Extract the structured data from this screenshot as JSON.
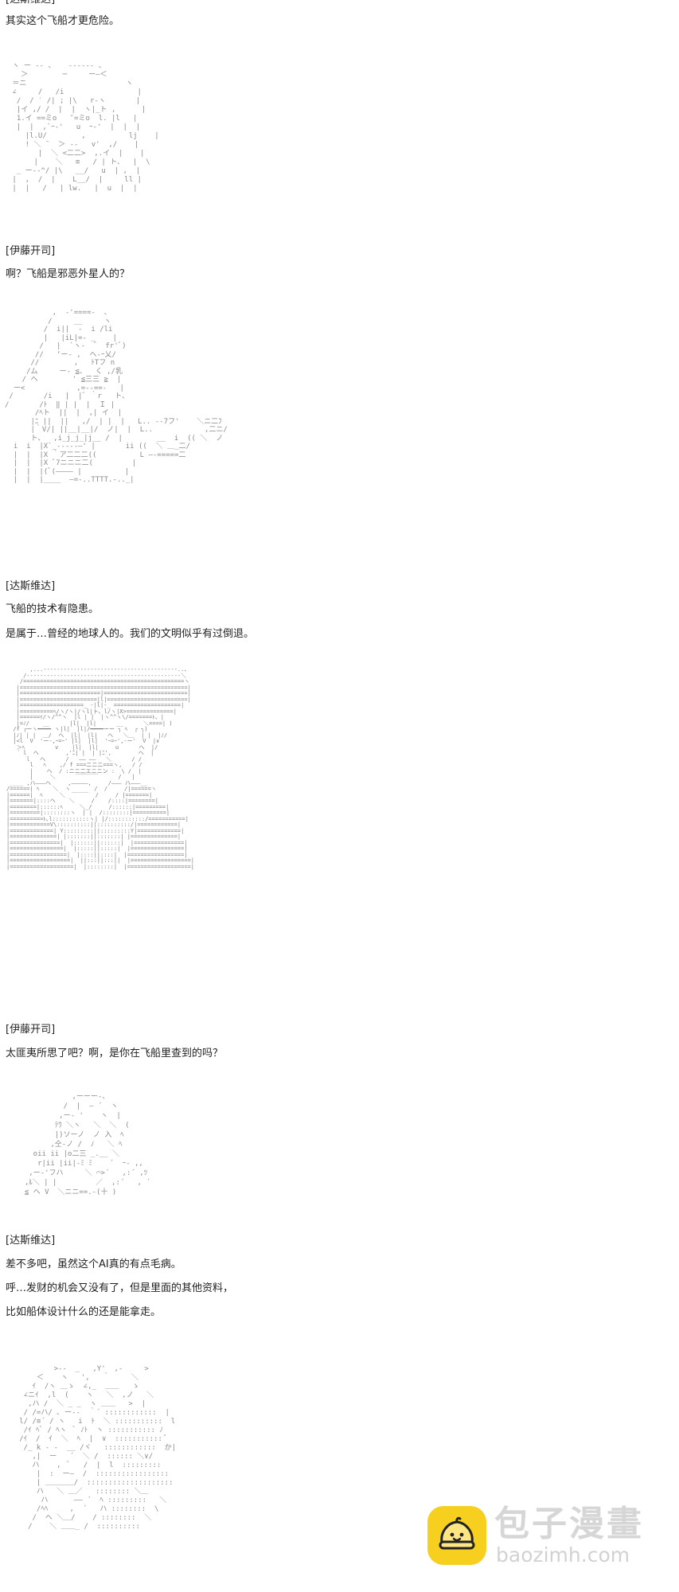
{
  "dialogue": {
    "l01": "[达斯维达]",
    "l02": "其实这个飞船才更危险。",
    "l03": "[伊藤开司]",
    "l04": "啊？飞船是邪恶外星人的？",
    "l05": "[达斯维达]",
    "l06": "飞船的技术有隐患。",
    "l07": "是属于…曾经的地球人的。我们的文明似乎有过倒退。",
    "l08": "[伊藤开司]",
    "l09": "太匪夷所思了吧？啊，是你在飞船里查到的吗？",
    "l10": "[达斯维达]",
    "l11": "差不多吧，虽然这个AI真的有点毛病。",
    "l12": "呼…发财的机会又没有了，但是里面的其他资料，",
    "l13": "比如船体设计什么的还是能拿走。"
  },
  "ascii_art": {
    "art1": " ヽ ー ‐- 、   ‐-‐‐‐‐ 、\n   ＞        ─     ー―＜\n ＝ニ                       ヽ\n ∠     /   /i                 |\n  /  / ′ /| ; |\\   r‐ヽ       |\n  |イ ,/ /  |  |  ヽ|_ト ,      |\n  1.イ ==ミo   ″=ミo  l. |l   |\n  |  |  ,`ｰ-'   u  ｰ-'  |  |  |\n    |l.U/        ,          lj    |\n    ! ＼ ̄   ＞ --   v'  ,/    |\n       |  ＼ <二二>  ,.イ  |    |\n      |    ＼   ≡   / | ト、  |  \\\n  _ ー‐‐^/ |\\   __/   u  | ,  |\n |  ,  /  |    L__/  |     ll |\n |  |   /   | lw.   |  u  |  |",
    "art2": "           ,  -'====-  、\n          /     __     ヽ\n         /  i||  -  i /li\n         |   |iL|=- _    |\n        /   |  `ヽ-  ゛ fr'ﾞ)\n       //   ‘ー- ,  ヘ-ｰ乂/\n      //        ,   ﾄTフ n\n     /ム     ー- ≦、  く ,/乳\n    / ヘ        ' ≦三三 ≧  |\n  ー<            ,=--==-   |\n /       /i   |  |ﾞ ｀r   ト、\n/       /ﾄ  ‖ | |  |  Ｉ |\n       /ﾍト  ||  |  ,| イ  |\n      |ﾆ ||  ||   ,/  | |  |   L.. -‐7フ'    ＼ニ二ﾌ\n      |｀V/| ||__|__|/  ノ|  |  L..            ,二ニ/\n      ト、  ,i_j_j_|j__ /  |        __  i  (( ＼  ノ\n  i  i  |X`_-----―' |       ii ((  ＼ ＿_二/\n  |  |  |X ｀ア二二二((          L ―-=====二\n  |  |  |X ﾞ7ニニニ二(         |\n  |  |  |(ﾞ(―――― |          |\n  |  |  |____  ―=-..TTTT.-.._|",
    "art3": "       ,...-‐‐‐‐‐‐‐‐‐‐‐‐‐‐‐‐‐‐‐‐‐‐‐‐‐‐‐‐‐‐‐‐‐‐‐‐‐‐-..、\n     /‐‐‐‐‐‐‐‐‐‐‐‐‐‐‐‐‐‐‐‐‐‐‐‐‐‐‐‐‐‐‐‐‐‐‐‐‐‐‐‐‐‐‐‐‐‐＼\n    /================================================ヽ\n   |==================================================|\n   |========================|=========================|\n   |=======================|l|========================|\n   |===================_ -|l|-_ ====================|\n   |==========ﾍ/ヽ/ヽ|/ヽl|ト、l/ヽ|X>==============|\n   |======ｲ/ヽ/^^ヽ  |l | |  |ヽ^^ヽ\\/=======ﾄ、|\n   |=ﾉ/    __      |l|  |l|      __      ＼====| )\n  /f ┌ーヽ━━━━ ヽ|l|  |l|/━━━━ーー ┐ ﾍ  ┌ ┐)\n  |ﾉ| | |  ＿/  ヘ  |l|  |l|   ヘ   ＼＿  | |  |ﾉ/\n  |<l  V  'ー-,ｰ=ｰ' |l|  |l|  'ｰ=ｰ',-ー'  V  |∨\n   ＞ﾍ         v    |l|  |l|     u      ヘ  |/\n   ´ l  ヘ        ,'ﾆ| |  | |ﾆ',        ヘ  |\n      l   ヘ      /   ―― ――   ＼      / /\n       l   ﾍ    ,/ f ===ニニニ===ヽ,   / /\n       |    ヘ  / :ニニ二エニニン :  \\ /  |\n       |     ＼      ￣￣￣￣      /   |\n ____ ,ハ―――ヘ     ,―――――,     /――― ハ―――__\n/======| ﾍ    ＼  ヽ       /  /     /|======ヽ\n|======|  ﾍ     ＼  ￣￣￣  /     / |=======|\n|=======|::::ヘ    ＼     /    /::::|========|\n|========|::::::ﾍ     ＼_/     /::::::|=========|\n|=========|::::::::ヽ  | |  /::::::::|==========|\n|==========ﾄ､l:::::::::::ヽ| |/:::::::::::/===========|\n|============V\\::::::::::||::::::::::/|============|\n|=============| Y:::::::::||:::::::::Y|=============|\n|==============| |:::::::||:::::::| |==============|\n|===============|  |::::::||::::::|  |===============|\n|================|  |:::::||:::::|  |================|\n|=================|  |::::||::::|  |=================|\n|==================|  ||:::||:::||  |==================|\n|===================|  |::::::::|  |===================|",
    "art4": "             ,ーーー‐、\n           /  |  ― ´  ヽ\n          ,ー‐ '    ヽ  |\n         ﾃｳ ＼ヽ   ＼  ＼  (\n         |)ソーノ  ノ 入  ﾍ\n        ,仝‐ノ /  ﾉ   ＼ ﾍ\n    oii ii |o二三 _.__ ＼\n     r|ii |ii|-ﾐ ﾐ    ´  ｰ‐ ,,\n   ,ー‐'フハ     ＼ ⌒>´   ,:´ ,ﾂ\n  ,ﾙ＼ | |         ／  ,:´   , ´\n  ≦ ヘ V  ＼ニニ==.-(十 )",
    "art5": "           >--  _   ,Y'  ,-     >\n       ＜    ヽ   ',   ｀     ＼\n      ｲ  /ヽ ＿ゝ  ∠,_  ＿＿   ゝ\n    ∠ニｲ  ,l  (    ヽ   ＼  ,ノ   ＼\n     ,ハ /  ＼ _ _  ヽ ＿＿   >  |\n    / /=ハ/ ､ ー‐-  ｀´ ::::::::::::  |\n   l/ /≡´ / ヽ   i  ﾄ  ＼ :::::::::::  l\n    /ｲ ﾍﾞ / ﾍヽ  ﾞ ﾉﾄ  ヽ ::::::::::: ﾉ\n   /ｲ  /  ｲ  ＼  ﾍ  |  ∨  ::::::::::: ﾞ\n    /_ k ‐ -  __ /ヾ   ::::::::::::  か|\n      ,|  ー   ´  ＼ /  :::::: ＼∨/\n      ハ    ,  ﾞ   /  |  l  :::::::::\n       |  :  ー―  /  :::::::::::::::::\n       | ＿＿＿＿/  ::::::::::::::::::::\n       ハ   ＼ ＿／   :::::::: ＼＿\n        ハ      ―― ´  ﾍ :::::::::   ＼\n       /ﾍﾍ     ,  ´   ハ ::::::::  \\\n      /  ヘ ＼＿/    / ::::::::  ＼\n     /    ＼ ＿＿_ /  ::::::::::"
  },
  "watermark": {
    "logo_icon": "steamed-bun-icon",
    "brand_color": "#f6cf1f",
    "title": "包子漫畫",
    "url": "baozimh.com"
  }
}
